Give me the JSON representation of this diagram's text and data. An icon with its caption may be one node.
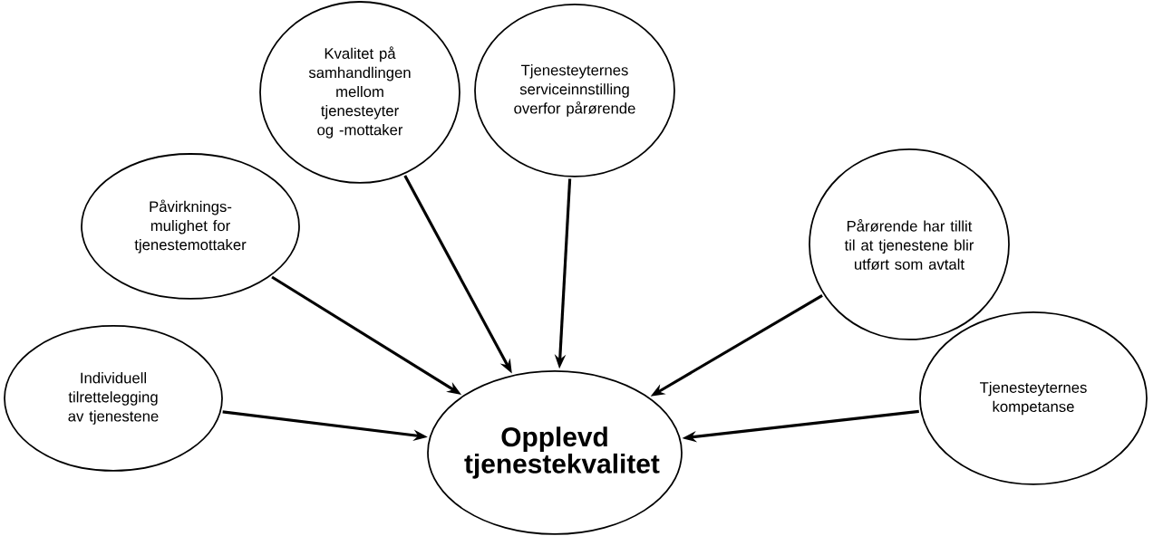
{
  "diagram": {
    "nodes": [
      {
        "text": [
          "Kvalitet på samhandlingen mellom tjenesteyter og -mottaker"
        ]
      },
      {
        "text": [
          "Tjenesteyternes serviceinnstilling overfor pårørende"
        ]
      },
      {
        "text": [
          "Påvirknings-mulighet for tjenestemottaker"
        ]
      },
      {
        "text": [
          "Pårørende har tillit til at tjenestene blir utført som avtalt"
        ]
      },
      {
        "text": [
          "Individuell tilrettelegging av tjenestene"
        ]
      },
      {
        "text": [
          "Tjenesteyternes kompetanse"
        ]
      },
      {
        "text": [
          "Opplevd tjenestekvalitet"
        ]
      }
    ],
    "edges": [
      {
        "from": 4,
        "to": 6,
        "arrow": "to"
      },
      {
        "from": 2,
        "to": 6,
        "arrow": "to"
      },
      {
        "from": 0,
        "to": 6,
        "arrow": "to"
      },
      {
        "from": 1,
        "to": 6,
        "arrow": "to"
      },
      {
        "from": 3,
        "to": 6,
        "arrow": "to"
      },
      {
        "from": 5,
        "to": 6,
        "arrow": "to"
      }
    ]
  }
}
